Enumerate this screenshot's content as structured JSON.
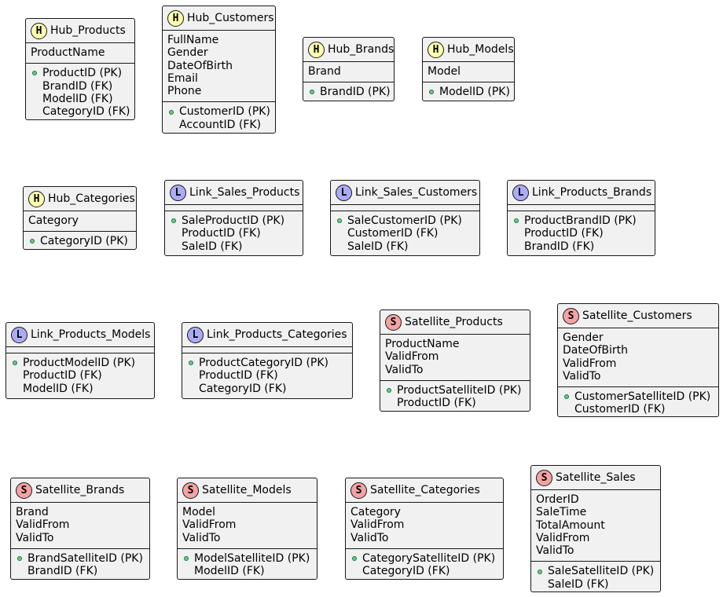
{
  "entities": [
    {
      "title": "Hub_Products",
      "kind": "H",
      "attributes": [
        "ProductName"
      ],
      "keys": [
        "ProductID (PK)",
        "BrandID (FK)",
        "ModelID (FK)",
        "CategoryID (FK)"
      ]
    },
    {
      "title": "Hub_Customers",
      "kind": "H",
      "attributes": [
        "FullName",
        "Gender",
        "DateOfBirth",
        "Email",
        "Phone"
      ],
      "keys": [
        "CustomerID (PK)",
        "AccountID (FK)"
      ]
    },
    {
      "title": "Hub_Brands",
      "kind": "H",
      "attributes": [
        "Brand"
      ],
      "keys": [
        "BrandID (PK)"
      ]
    },
    {
      "title": "Hub_Models",
      "kind": "H",
      "attributes": [
        "Model"
      ],
      "keys": [
        "ModelID (PK)"
      ]
    },
    {
      "title": "Hub_Categories",
      "kind": "H",
      "attributes": [
        "Category"
      ],
      "keys": [
        "CategoryID (PK)"
      ]
    },
    {
      "title": "Link_Sales_Products",
      "kind": "L",
      "attributes": [],
      "keys": [
        "SaleProductID (PK)",
        "ProductID (FK)",
        "SaleID (FK)"
      ]
    },
    {
      "title": "Link_Sales_Customers",
      "kind": "L",
      "attributes": [],
      "keys": [
        "SaleCustomerID (PK)",
        "CustomerID (FK)",
        "SaleID (FK)"
      ]
    },
    {
      "title": "Link_Products_Brands",
      "kind": "L",
      "attributes": [],
      "keys": [
        "ProductBrandID (PK)",
        "ProductID (FK)",
        "BrandID (FK)"
      ]
    },
    {
      "title": "Link_Products_Models",
      "kind": "L",
      "attributes": [],
      "keys": [
        "ProductModelID (PK)",
        "ProductID (FK)",
        "ModelID (FK)"
      ]
    },
    {
      "title": "Link_Products_Categories",
      "kind": "L",
      "attributes": [],
      "keys": [
        "ProductCategoryID (PK)",
        "ProductID (FK)",
        "CategoryID (FK)"
      ]
    },
    {
      "title": "Satellite_Products",
      "kind": "S",
      "attributes": [
        "ProductName",
        "ValidFrom",
        "ValidTo"
      ],
      "keys": [
        "ProductSatelliteID (PK)",
        "ProductID (FK)"
      ]
    },
    {
      "title": "Satellite_Customers",
      "kind": "S",
      "attributes": [
        "Gender",
        "DateOfBirth",
        "ValidFrom",
        "ValidTo"
      ],
      "keys": [
        "CustomerSatelliteID (PK)",
        "CustomerID (FK)"
      ]
    },
    {
      "title": "Satellite_Brands",
      "kind": "S",
      "attributes": [
        "Brand",
        "ValidFrom",
        "ValidTo"
      ],
      "keys": [
        "BrandSatelliteID (PK)",
        "BrandID (FK)"
      ]
    },
    {
      "title": "Satellite_Models",
      "kind": "S",
      "attributes": [
        "Model",
        "ValidFrom",
        "ValidTo"
      ],
      "keys": [
        "ModelSatelliteID (PK)",
        "ModelID (FK)"
      ]
    },
    {
      "title": "Satellite_Categories",
      "kind": "S",
      "attributes": [
        "Category",
        "ValidFrom",
        "ValidTo"
      ],
      "keys": [
        "CategorySatelliteID (PK)",
        "CategoryID (FK)"
      ]
    },
    {
      "title": "Satellite_Sales",
      "kind": "S",
      "attributes": [
        "OrderID",
        "SaleTime",
        "TotalAmount",
        "ValidFrom",
        "ValidTo"
      ],
      "keys": [
        "SaleSatelliteID (PK)",
        "SaleID (FK)"
      ]
    }
  ]
}
